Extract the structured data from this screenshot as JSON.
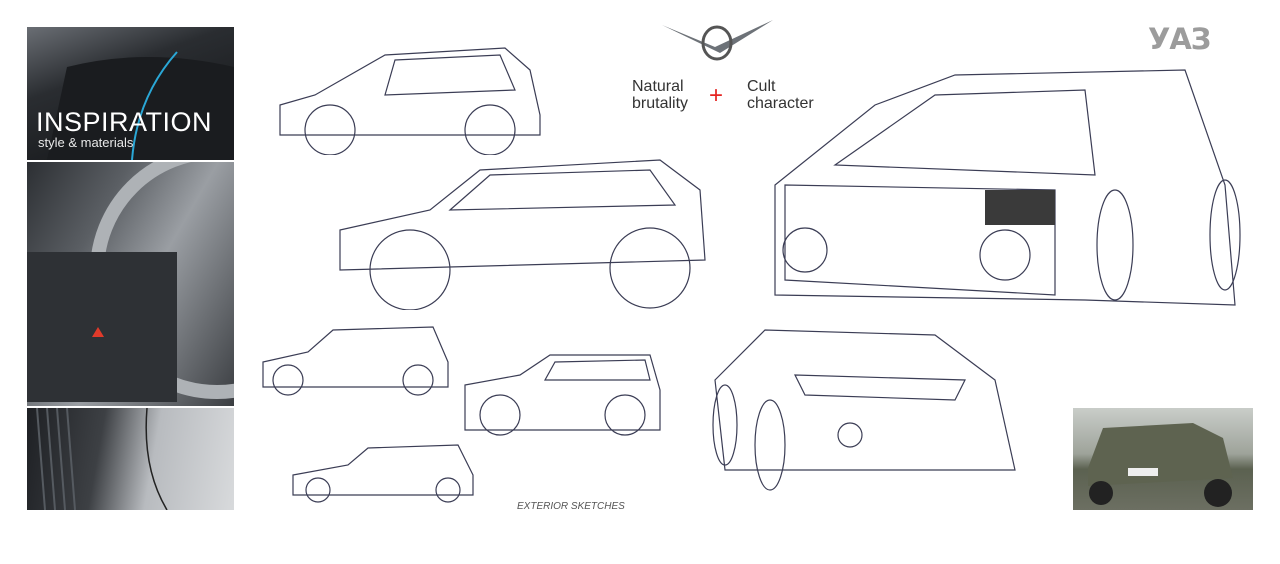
{
  "inspiration": {
    "title": "INSPIRATION",
    "subtitle": "style & materials"
  },
  "logo": {
    "brand_text": "УАЗ"
  },
  "tagline": {
    "left": [
      "Natural",
      "brutality"
    ],
    "plus": "+",
    "right": [
      "Cult",
      "character"
    ],
    "plus_color": "#e52421"
  },
  "caption": "EXTERIOR SKETCHES"
}
